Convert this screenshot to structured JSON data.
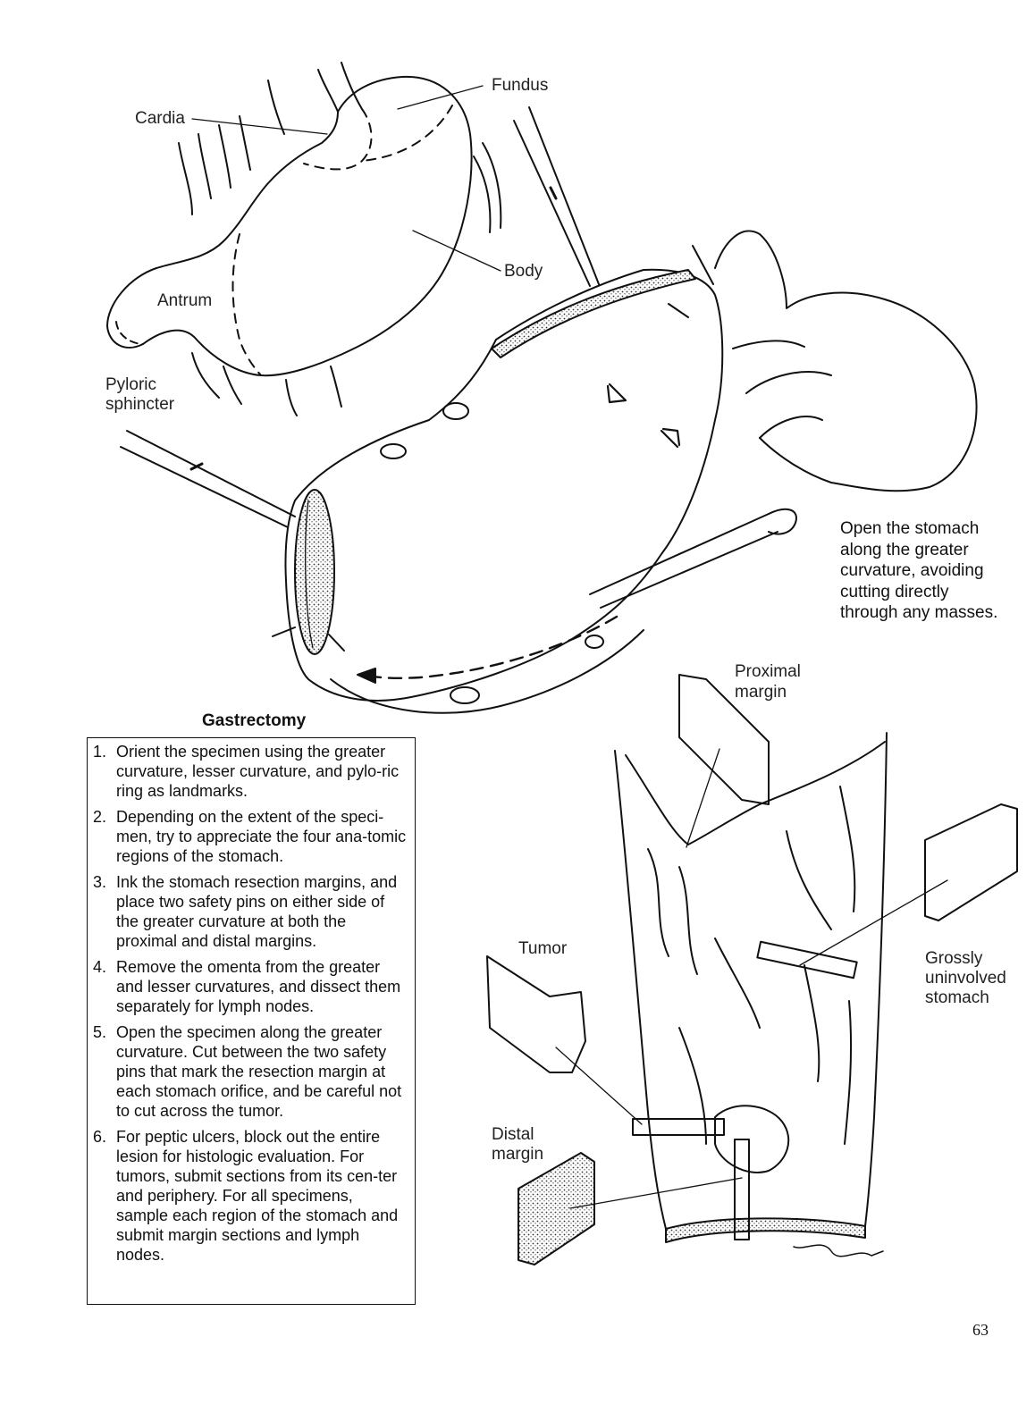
{
  "labels": {
    "fundus": "Fundus",
    "cardia": "Cardia",
    "body": "Body",
    "antrum": "Antrum",
    "pyloric": "Pyloric",
    "sphincter": "sphincter",
    "proximal1": "Proximal",
    "proximal2": "margin",
    "tumor": "Tumor",
    "distal1": "Distal",
    "distal2": "margin",
    "gross1": "Grossly",
    "gross2": "uninvolved",
    "gross3": "stomach"
  },
  "caption": {
    "lines": [
      "Open the stomach",
      "along the greater",
      "curvature, avoiding",
      "cutting directly",
      "through any masses."
    ]
  },
  "procedure": {
    "title": "Gastrectomy",
    "steps": [
      {
        "num": "1.",
        "text": "Orient the specimen using the greater curvature, lesser curvature, and pylo-ric ring as landmarks."
      },
      {
        "num": "2.",
        "text": "Depending on the extent of the speci-men, try to appreciate the four ana-tomic regions of the stomach."
      },
      {
        "num": "3.",
        "text": "Ink the stomach resection margins, and place two safety pins on either side of the greater curvature at both the proximal and distal margins."
      },
      {
        "num": "4.",
        "text": "Remove the omenta from the greater and lesser curvatures, and dissect them separately for lymph nodes."
      },
      {
        "num": "5.",
        "text": "Open the specimen along the greater curvature. Cut between the two safety pins that mark the resection margin at each stomach orifice, and be careful not to cut across the tumor."
      },
      {
        "num": "6.",
        "text": "For peptic ulcers, block out the entire lesion for histologic evaluation. For tumors, submit sections from its cen-ter and periphery. For all specimens, sample each region of the stomach and submit margin sections and lymph nodes."
      }
    ]
  },
  "page_number": "63"
}
